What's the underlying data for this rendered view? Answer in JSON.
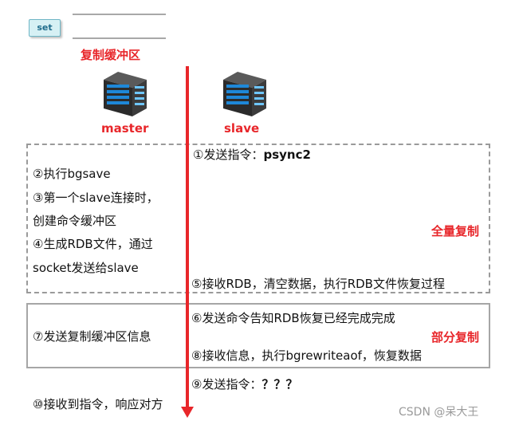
{
  "set_tag": "set",
  "buffer_label": "复制缓冲区",
  "master_label": "master",
  "slave_label": "slave",
  "full_sync_label": "全量复制",
  "partial_sync_label": "部分复制",
  "steps": {
    "s1": "①发送指令：",
    "s1_cmd": "psync2",
    "s2": "②执行bgsave",
    "s3_line1": "③第一个slave连接时，",
    "s3_line2": "创建命令缓冲区",
    "s4_line1": "④生成RDB文件，通过",
    "s4_line2": "socket发送给slave",
    "s5": "⑤接收RDB，清空数据，执行RDB文件恢复过程",
    "s6": "⑥发送命令告知RDB恢复已经完成完成",
    "s7": "⑦发送复制缓冲区信息",
    "s8": "⑧接收信息，执行bgrewriteaof，恢复数据",
    "s9": "⑨发送指令：",
    "s9_cmd": "？？？",
    "s10": "⑩接收到指令，响应对方"
  },
  "watermark": "CSDN @呆大王",
  "colors": {
    "accent_red": "#e8262a",
    "border_gray": "#9a9a9a"
  }
}
